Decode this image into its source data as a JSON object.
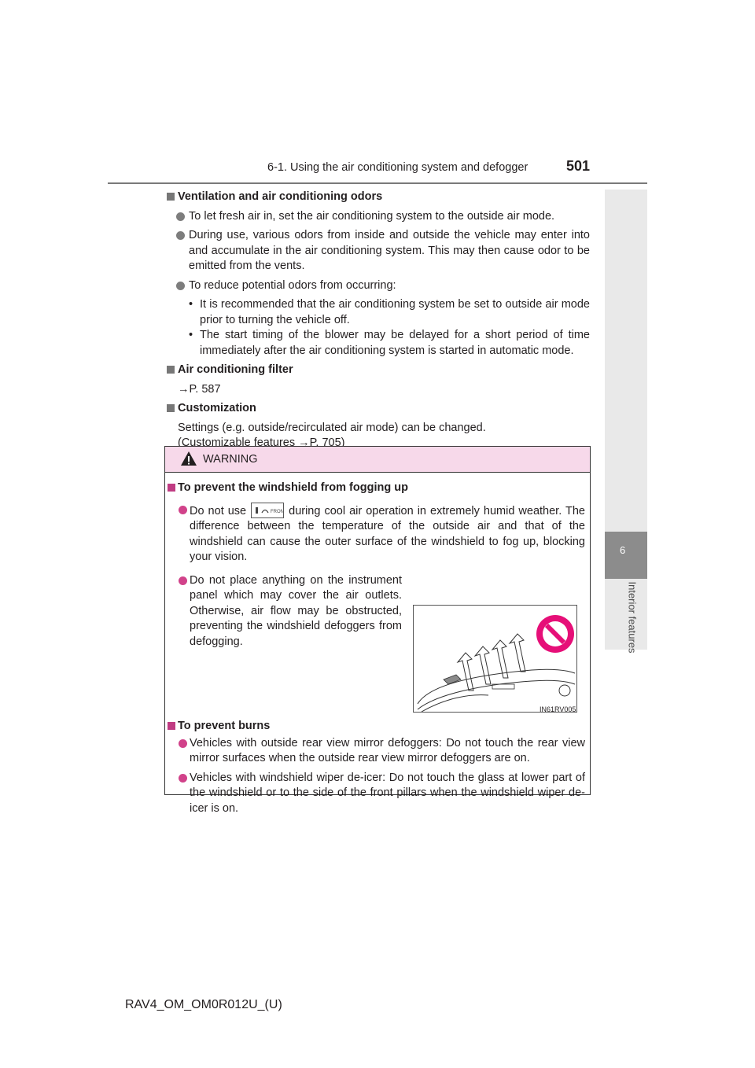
{
  "header": {
    "title": "6-1. Using the air conditioning system and defogger",
    "page_number": "501"
  },
  "side_tab": {
    "number": "6",
    "label": "Interior features"
  },
  "sections": {
    "ventilation": {
      "heading": "Ventilation and air conditioning odors",
      "b1": "To let fresh air in, set the air conditioning system to the outside air mode.",
      "b2": "During use, various odors from inside and outside the vehicle may enter into and accumulate in the air conditioning system. This may then cause odor to be emitted from the vents.",
      "b3": "To reduce potential odors from occurring:",
      "s1": "It is recommended that the air conditioning system be set to outside air mode prior to turning the vehicle off.",
      "s2": "The start timing of the blower may be delayed for a short period of time immediately after the air conditioning system is started in automatic mode."
    },
    "filter": {
      "heading": "Air conditioning filter",
      "ref": "→P. 587"
    },
    "custom": {
      "heading": "Customization",
      "line1": "Settings (e.g. outside/recirculated air mode) can be changed.",
      "line2": "(Customizable features →P. 705)"
    }
  },
  "warning": {
    "title": "WARNING",
    "fog": {
      "heading": "To prevent the windshield from fogging up",
      "b1_pre": "Do not use",
      "b1_post": "during cool air operation in extremely humid weather. The difference between the temperature of the outside air and that of the windshield can cause the outer surface of the windshield to fog up, blocking your vision.",
      "b2": "Do not place anything on the instrument panel which may cover the air outlets. Otherwise, air flow may be obstructed, preventing the windshield defoggers from defogging.",
      "figure_label": "IN61RV005"
    },
    "burns": {
      "heading": "To prevent burns",
      "b1": "Vehicles with outside rear view mirror defoggers: Do not touch the rear view mirror surfaces when the outside rear view mirror defoggers are on.",
      "b2": "Vehicles with windshield wiper de-icer: Do not touch the glass at lower part of the windshield or to the side of the front pillars when the windshield wiper de-icer is on."
    }
  },
  "footer": {
    "code": "RAV4_OM_OM0R012U_(U)"
  }
}
